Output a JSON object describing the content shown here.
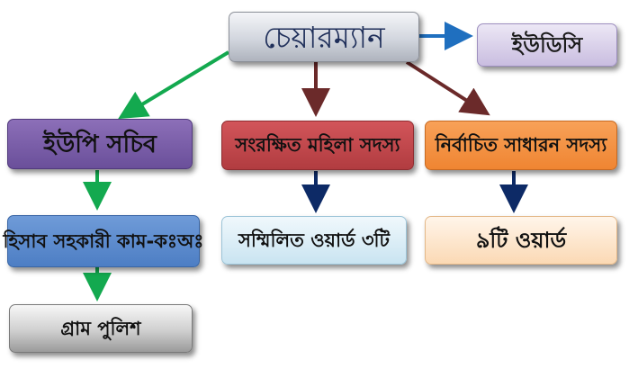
{
  "diagram": {
    "nodes": {
      "chairman": {
        "label": "চেয়ারম্যান"
      },
      "udc": {
        "label": "ইউডিসি"
      },
      "up_secretary": {
        "label": "ইউপি সচিব"
      },
      "reserved_women_member": {
        "label": "সংরক্ষিত মহিলা সদস্য"
      },
      "elected_general_member": {
        "label": "নির্বাচিত সাধারন সদস্য"
      },
      "accounts_assistant": {
        "label": "হিসাব সহকারী কাম-কঃঅঃ"
      },
      "combined_wards": {
        "label": "সম্মিলিত ওয়ার্ড ৩টি"
      },
      "nine_wards": {
        "label": "৯টি ওয়ার্ড"
      },
      "village_police": {
        "label": "গ্রাম পুলিশ"
      }
    },
    "edges": [
      {
        "from": "chairman",
        "to": "udc",
        "color": "#1f6fbf"
      },
      {
        "from": "chairman",
        "to": "up_secretary",
        "color": "#13a94f"
      },
      {
        "from": "chairman",
        "to": "reserved_women_member",
        "color": "#6b2a2a"
      },
      {
        "from": "chairman",
        "to": "elected_general_member",
        "color": "#6b2a2a"
      },
      {
        "from": "up_secretary",
        "to": "accounts_assistant",
        "color": "#13a94f"
      },
      {
        "from": "accounts_assistant",
        "to": "village_police",
        "color": "#13a94f"
      },
      {
        "from": "reserved_women_member",
        "to": "combined_wards",
        "color": "#0d2a66"
      },
      {
        "from": "elected_general_member",
        "to": "nine_wards",
        "color": "#0d2a66"
      }
    ]
  }
}
